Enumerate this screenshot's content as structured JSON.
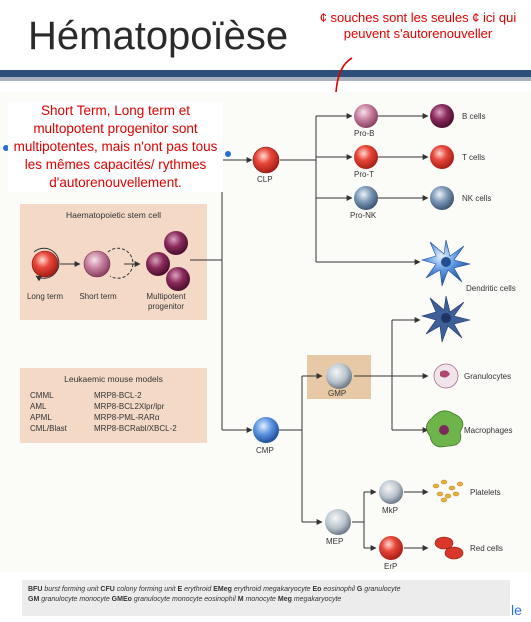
{
  "slide": {
    "title": "Hématopoïèse",
    "title_note": "¢ souches sont les seules ¢ ici qui peuvent s'autorenouveller",
    "callout": "Short Term, Long term et multopotent progenitor sont multipotentes, mais n'ont pas tous les mêmes capacités/ rythmes d'autorenouvellement.",
    "corner_text": "le"
  },
  "hsc": {
    "title": "Haematopoietic stem cell",
    "labels": [
      "Long term",
      "Short term",
      "Multipotent progenitor"
    ]
  },
  "leukaemic": {
    "title": "Leukaemic mouse models",
    "rows": [
      [
        "CMML",
        "MRP8-BCL-2"
      ],
      [
        "AML",
        "MRP8-BCL2Xlpr/lpr"
      ],
      [
        "APML",
        "MRP8-PML-RARα"
      ],
      [
        "CML/Blast",
        "MRP8-BCRabl/XBCL-2"
      ]
    ]
  },
  "cells": {
    "clp": "CLP",
    "cmp": "CMP",
    "gmp": "GMP",
    "mep": "MEP",
    "pro_b": "Pro-B",
    "pro_t": "Pro-T",
    "pro_nk": "Pro-NK",
    "mkp": "MkP",
    "erp": "ErP",
    "b_cells": "B cells",
    "t_cells": "T cells",
    "nk_cells": "NK cells",
    "dendritic": "Dendritic cells",
    "granulocytes": "Granulocytes",
    "macrophages": "Macrophages",
    "platelets": "Platelets",
    "red_cells": "Red cells"
  },
  "legend": [
    {
      "abbr": "BFU",
      "full": "burst forming unit"
    },
    {
      "abbr": "CFU",
      "full": "colony forming unit"
    },
    {
      "abbr": "E",
      "full": "erythroid"
    },
    {
      "abbr": "EMeg",
      "full": "erythroid megakaryocyte"
    },
    {
      "abbr": "Eo",
      "full": "eosinophil"
    },
    {
      "abbr": "G",
      "full": "granulocyte"
    },
    {
      "abbr": "GM",
      "full": "granulocyte monocyte"
    },
    {
      "abbr": "GMEo",
      "full": "granulocyte monocyte eosinophil"
    },
    {
      "abbr": "M",
      "full": "monocyte"
    },
    {
      "abbr": "Meg",
      "full": "megakaryocyte"
    }
  ],
  "colors": {
    "title_bar": "#2e4f7a",
    "annotation_red": "#e00000",
    "box_peach": "#f4d9c6",
    "gmp_box": "#e8c9a6",
    "cell_red": "#e23b2e",
    "cell_purple": "#8a2a5a",
    "cell_blue": "#3d7fd8",
    "cell_pink": "#c77fa0"
  }
}
